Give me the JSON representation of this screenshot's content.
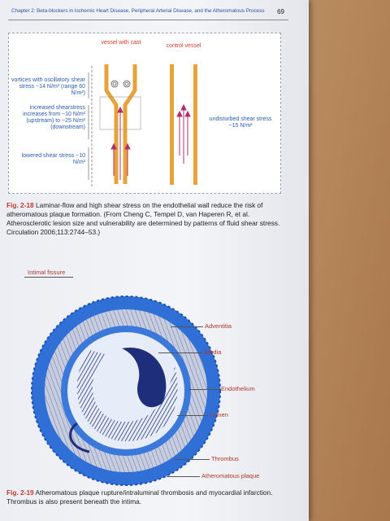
{
  "running_head": "Chapter 2: Beta-blockers in Ischemic Heart Disease, Peripheral Arterial Disease, and the Atheromatous Process",
  "page_number": "69",
  "figure1": {
    "label_vessel_cast": "vessel with cast",
    "label_control": "control vessel",
    "label_vortices": "vortices with oscillatory shear stress ~14 N/m² (range 60 N/m²)",
    "label_increased": "increased shearstress increases from ~10 N/m² (upstream) to ~25 N/m² (downstream)",
    "label_lowered": "lowered shear stress ~10 N/m²",
    "label_undisturbed": "undisturbed shear stress ~15 N/m²"
  },
  "caption1": {
    "fig": "Fig. 2-18",
    "text": " Laminar-flow and high shear stress on the endothelial wall reduce the risk of atheromatous plaque formation. (From Cheng C, Tempel D, van Haperen R, et al. Atherosclerotic lesion size and vulnerability are determined by patterns of fluid shear stress. Circulation 2006;113:2744–53.)"
  },
  "figure2": {
    "intimal_fissure": "Intimal fissure",
    "adventitia": "Adventitia",
    "media": "Media",
    "endothelium": "Endothelium",
    "lumen": "Lumen",
    "thrombus": "Thrombus",
    "atheromatous_plaque": "Atheromatous plaque"
  },
  "caption2": {
    "fig": "Fig. 2-19",
    "text": " Atheromatous plaque rupture/intraluminal thrombosis and myocardial infarction. Thrombus is also present beneath the intima."
  },
  "colors": {
    "accent": "#2b5bb0",
    "label_red": "#d43a2a",
    "vessel_orange": "#e8a23a",
    "adventitia_blue": "#2f6fd6"
  }
}
